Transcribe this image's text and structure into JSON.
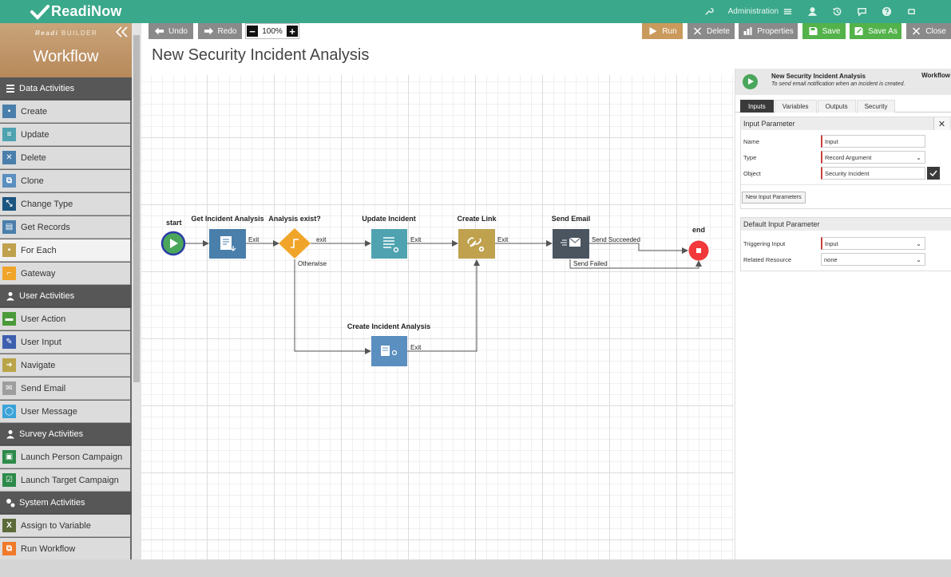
{
  "app": {
    "logo": "ReadiNow"
  },
  "topnav": {
    "admin": "Administration"
  },
  "sidebar": {
    "builder_prefix": "Readi",
    "builder_suffix": "BUILDER",
    "title": "Workflow",
    "sections": [
      {
        "label": "Data Activities",
        "items": [
          {
            "label": "Create",
            "color": "#4a7fab",
            "glyph": "▪"
          },
          {
            "label": "Update",
            "color": "#4fa3b0",
            "glyph": "≡"
          },
          {
            "label": "Delete",
            "color": "#4a7fab",
            "glyph": "✕"
          },
          {
            "label": "Clone",
            "color": "#5b8fbf",
            "glyph": "⧉"
          },
          {
            "label": "Change Type",
            "color": "#1c5580",
            "glyph": "⤡"
          },
          {
            "label": "Get Records",
            "color": "#4a7fab",
            "glyph": "▤"
          },
          {
            "label": "For Each",
            "color": "#bfa14e",
            "glyph": "▪"
          },
          {
            "label": "Gateway",
            "color": "#f0a52a",
            "glyph": "⌐"
          }
        ]
      },
      {
        "label": "User Activities",
        "items": [
          {
            "label": "User Action",
            "color": "#4a9a3a",
            "glyph": "▬"
          },
          {
            "label": "User Input",
            "color": "#3e5fae",
            "glyph": "✎"
          },
          {
            "label": "Navigate",
            "color": "#b9a448",
            "glyph": "➜"
          },
          {
            "label": "Send Email",
            "color": "#9e9e9e",
            "glyph": "✉"
          },
          {
            "label": "User Message",
            "color": "#3ba3d8",
            "glyph": "◯"
          }
        ]
      },
      {
        "label": "Survey Activities",
        "items": [
          {
            "label": "Launch Person Campaign",
            "color": "#2d8a4a",
            "glyph": "▣"
          },
          {
            "label": "Launch Target Campaign",
            "color": "#2d8a4a",
            "glyph": "☑"
          }
        ]
      },
      {
        "label": "System Activities",
        "items": [
          {
            "label": "Assign to Variable",
            "color": "#5c6a3a",
            "glyph": "X"
          },
          {
            "label": "Run Workflow",
            "color": "#f07a2a",
            "glyph": "⧉"
          }
        ]
      }
    ]
  },
  "toolbar": {
    "undo": "Undo",
    "redo": "Redo",
    "zoom": "100%",
    "run": "Run",
    "delete": "Delete",
    "properties": "Properties",
    "save": "Save",
    "save_as": "Save As",
    "close": "Close"
  },
  "page": {
    "title": "New Security Incident Analysis"
  },
  "flow": {
    "nodes": {
      "start": "start",
      "get": "Get Incident Analysis",
      "gateway": "Analysis exist?",
      "update": "Update Incident",
      "link": "Create Link",
      "email": "Send Email",
      "end": "end",
      "create": "Create Incident Analysis"
    },
    "edges": {
      "get_exit": "Exit",
      "gw_exit": "exit",
      "gw_otherwise": "Otherwise",
      "update_exit": "Exit",
      "link_exit": "Exit",
      "email_succeeded": "Send Succeeded",
      "email_failed": "Send Failed",
      "create_exit": "Exit"
    }
  },
  "panel": {
    "title": "New Security Incident Analysis",
    "description": "To send email notification when an incident is created.",
    "type": "Workflow",
    "tabs": [
      "Inputs",
      "Variables",
      "Outputs",
      "Security"
    ],
    "input_param": {
      "header": "Input Parameter",
      "name_label": "Name",
      "name_value": "Input",
      "type_label": "Type",
      "type_value": "Record Argument",
      "object_label": "Object",
      "object_value": "Security Incident",
      "new_button": "New Input Parameters"
    },
    "default_param": {
      "header": "Default Input Parameter",
      "trigger_label": "Triggering Input",
      "trigger_value": "Input",
      "related_label": "Related Resource",
      "related_value": "none"
    }
  }
}
